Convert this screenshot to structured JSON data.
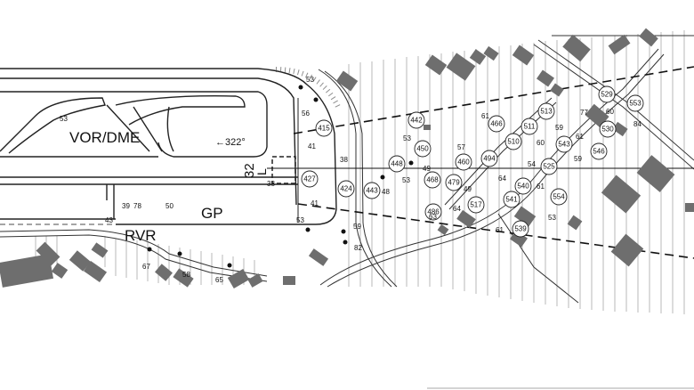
{
  "labels": {
    "vor_dme": "VOR/DME",
    "heading": "←322°",
    "runway": "32",
    "runway_l": "L",
    "gp": "GP",
    "rvr": "RVR"
  },
  "obstacle_ids": [
    "415",
    "427",
    "424",
    "443",
    "448",
    "442",
    "450",
    "466",
    "468",
    "479",
    "460",
    "494",
    "510",
    "511",
    "513",
    "529",
    "553",
    "530",
    "543",
    "546",
    "525",
    "540",
    "541",
    "517",
    "486",
    "554",
    "539"
  ],
  "elevations": [
    "53",
    "53",
    "56",
    "41",
    "38",
    "38",
    "41",
    "53",
    "50",
    "39",
    "78",
    "43",
    "63",
    "59",
    "82",
    "67",
    "58",
    "65",
    "53",
    "48",
    "53",
    "57",
    "49",
    "49",
    "61",
    "64",
    "54",
    "60",
    "59",
    "61",
    "59",
    "77",
    "60",
    "84",
    "61",
    "64",
    "61",
    "53"
  ]
}
